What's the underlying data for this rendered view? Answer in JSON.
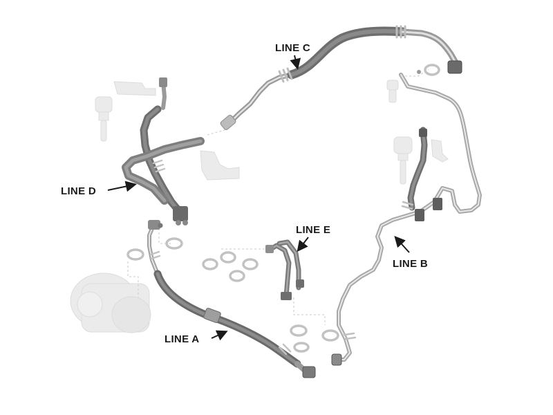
{
  "labels": {
    "line_a": "LINE A",
    "line_b": "LINE B",
    "line_c": "LINE C",
    "line_d": "LINE D",
    "line_e": "LINE E"
  },
  "colors": {
    "hose_dark": "#7a7a7a",
    "hose_mid": "#9a9a9a",
    "pipe_light": "#b5b5b5",
    "ghost_parts": "#e3e3e3",
    "label_text": "#1a1a1a"
  }
}
